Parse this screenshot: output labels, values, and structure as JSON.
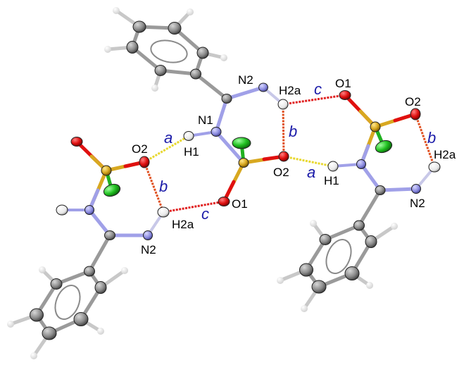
{
  "figure": {
    "description": "Crystal structure view showing hydrogen-bonded chain of three molecules (phenyl-amidine sulfonyl chloride derivative) with interactions a, b, c",
    "colors": {
      "carbon": "#8a8a8a",
      "nitrogen": "#8c8ce0",
      "oxygen": "#e01010",
      "sulfur": "#d8a820",
      "chlorine": "#20c020",
      "hydrogen": "#f0f0f0",
      "hbond_a": "#e8d830",
      "hbond_b": "#e05020",
      "hbond_c": "#e02020",
      "interaction_label": "#1a1aa8"
    },
    "atom_labels": {
      "left_O2": "O2",
      "left_N2": "N2",
      "left_H2a": "H2a",
      "center_N1": "N1",
      "center_H1": "H1",
      "center_N2": "N2",
      "center_H2a": "H2a",
      "center_O1": "O1",
      "center_O2": "O2",
      "right_O1": "O1",
      "right_O2": "O2",
      "right_H1": "H1",
      "right_H2a": "H2a",
      "right_N2": "N2"
    },
    "interaction_labels": {
      "left_a": "a",
      "left_b": "b",
      "left_c": "c",
      "right_a": "a",
      "center_b": "b",
      "top_c": "c",
      "right_b": "b"
    }
  }
}
